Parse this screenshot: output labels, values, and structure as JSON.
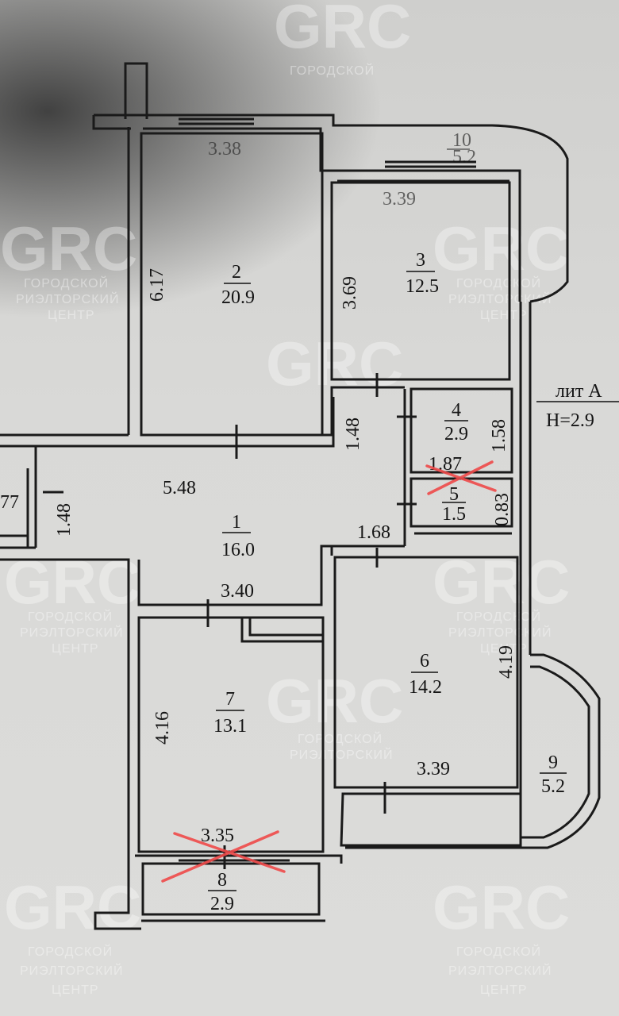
{
  "plan": {
    "level_label": "лит А",
    "height_label": "H=2.9",
    "top_dims": [
      "3.38",
      "3.39"
    ],
    "top_balcony": {
      "number": "10",
      "area": "5.2"
    },
    "rooms": [
      {
        "number": "1",
        "area": "16.0"
      },
      {
        "number": "2",
        "area": "20.9"
      },
      {
        "number": "3",
        "area": "12.5"
      },
      {
        "number": "4",
        "area": "2.9"
      },
      {
        "number": "5",
        "area": "1.5"
      },
      {
        "number": "6",
        "area": "14.2"
      },
      {
        "number": "7",
        "area": "13.1"
      },
      {
        "number": "8",
        "area": "2.9"
      },
      {
        "number": "9",
        "area": "5.2"
      }
    ],
    "dims": {
      "room2_height": "6.17",
      "room3_height": "3.69",
      "hall_width": "5.48",
      "hall_side": "1.48",
      "closet_height": "1.48",
      "room4_height": "1.58",
      "room4_width": "1.87",
      "room5_height": "0.83",
      "hall_lower": "1.68",
      "room7_top": "3.40",
      "room7_height": "4.16",
      "room7_bottom": "3.35",
      "room6_height": "4.19",
      "room6_bottom": "3.39",
      "left_partial": "77"
    }
  },
  "watermark": {
    "logo": "GRC",
    "line1": "ГОРОДСКОЙ",
    "line2": "РИЭЛТОРСКИЙ",
    "line3": "ЦЕНТР"
  },
  "colors": {
    "wall": "#1a1a1a",
    "strike": "#ef4a4a",
    "paper": "#d9d9d7"
  }
}
